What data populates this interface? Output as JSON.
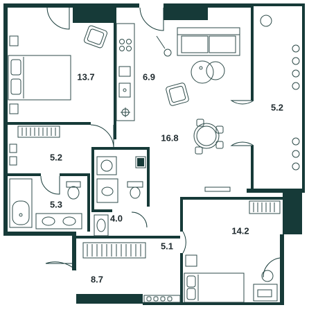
{
  "rooms": [
    {
      "id": "bedroom-1",
      "area": "13.7"
    },
    {
      "id": "kitchen",
      "area": "6.9"
    },
    {
      "id": "balcony",
      "area": "5.2"
    },
    {
      "id": "living-room",
      "area": "16.8"
    },
    {
      "id": "bathroom-1",
      "area": "5.2"
    },
    {
      "id": "bathroom-2",
      "area": "5.3"
    },
    {
      "id": "wc",
      "area": "4.0"
    },
    {
      "id": "corridor",
      "area": "5.1"
    },
    {
      "id": "bedroom-2",
      "area": "14.2"
    },
    {
      "id": "hall",
      "area": "8.7"
    }
  ],
  "colors": {
    "wall": "#163a38",
    "line": "#2d4a48",
    "background": "#ffffff"
  },
  "icons": [
    "bed-icon",
    "armchair-icon",
    "sofa-icon",
    "dining-table-icon",
    "plant-icon",
    "stove-icon",
    "sink-icon",
    "bathtub-icon",
    "toilet-icon",
    "washing-machine-icon",
    "desk-icon",
    "lamp-icon"
  ]
}
